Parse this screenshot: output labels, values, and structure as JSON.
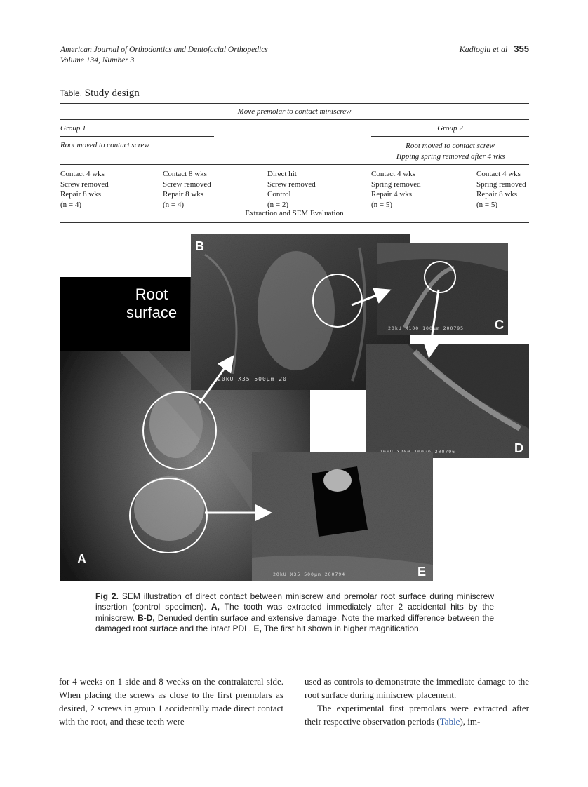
{
  "header": {
    "journal": "American Journal of Orthodontics and Dentofacial Orthopedics",
    "volume": "Volume 134, Number 3",
    "authors": "Kadioglu et al",
    "page": "355"
  },
  "table": {
    "label": "Table.",
    "title": "Study design",
    "top_heading": "Move premolar to contact miniscrew",
    "group1": "Group 1",
    "group2": "Group 2",
    "group1_sub": "Root moved to contact screw",
    "group2_sub1": "Root moved to contact screw",
    "group2_sub2": "Tipping spring removed after 4 wks",
    "columns": [
      [
        "Contact 4 wks",
        "Screw removed",
        "Repair 8 wks",
        "(n = 4)"
      ],
      [
        "Contact 8 wks",
        "Screw removed",
        "Repair 8 wks",
        "(n = 4)"
      ],
      [
        "Direct hit",
        "Screw removed",
        "Control",
        "(n = 2)"
      ],
      [
        "Contact 4 wks",
        "Spring removed",
        "Repair 4 wks",
        "(n = 5)"
      ],
      [
        "Contact 4 wks",
        "Spring removed",
        "Repair 8 wks",
        "(n = 5)"
      ]
    ],
    "footer": "Extraction and SEM Evaluation"
  },
  "figure": {
    "panel_a_label": "A",
    "panel_a_text_1": "Root",
    "panel_a_text_2": "surface",
    "panel_b_label": "B",
    "panel_c_label": "C",
    "panel_d_label": "D",
    "panel_e_label": "E",
    "scale_b": "20kU   X35          500µm   20",
    "scale_c": "20kU  X100     100µm  200795",
    "scale_d": "20kU  X200     100µm  200796",
    "scale_e": "20kU   X35     500µm  200794"
  },
  "caption": {
    "fig_label": "Fig 2.",
    "intro": " SEM illustration of direct contact between miniscrew and premolar root surface during miniscrew insertion (control specimen). ",
    "a_label": "A,",
    "a_text": " The tooth was extracted immediately after 2 accidental hits by the miniscrew. ",
    "bd_label": "B-D,",
    "bd_text": " Denuded dentin surface and extensive damage. Note the marked difference between the damaged root surface and the intact PDL. ",
    "e_label": "E,",
    "e_text": " The first hit shown in higher magnification."
  },
  "body": {
    "left": "for 4 weeks on 1 side and 8 weeks on the contralateral side. When placing the screws as close to the first premolars as desired, 2 screws in group 1 accidentally made direct contact with the root, and these teeth were",
    "right_p1": "used as controls to demonstrate the immediate damage to the root surface during miniscrew placement.",
    "right_p2_a": "The experimental first premolars were extracted after their respective observation periods (",
    "right_p2_link": "Table",
    "right_p2_b": "), im-"
  }
}
